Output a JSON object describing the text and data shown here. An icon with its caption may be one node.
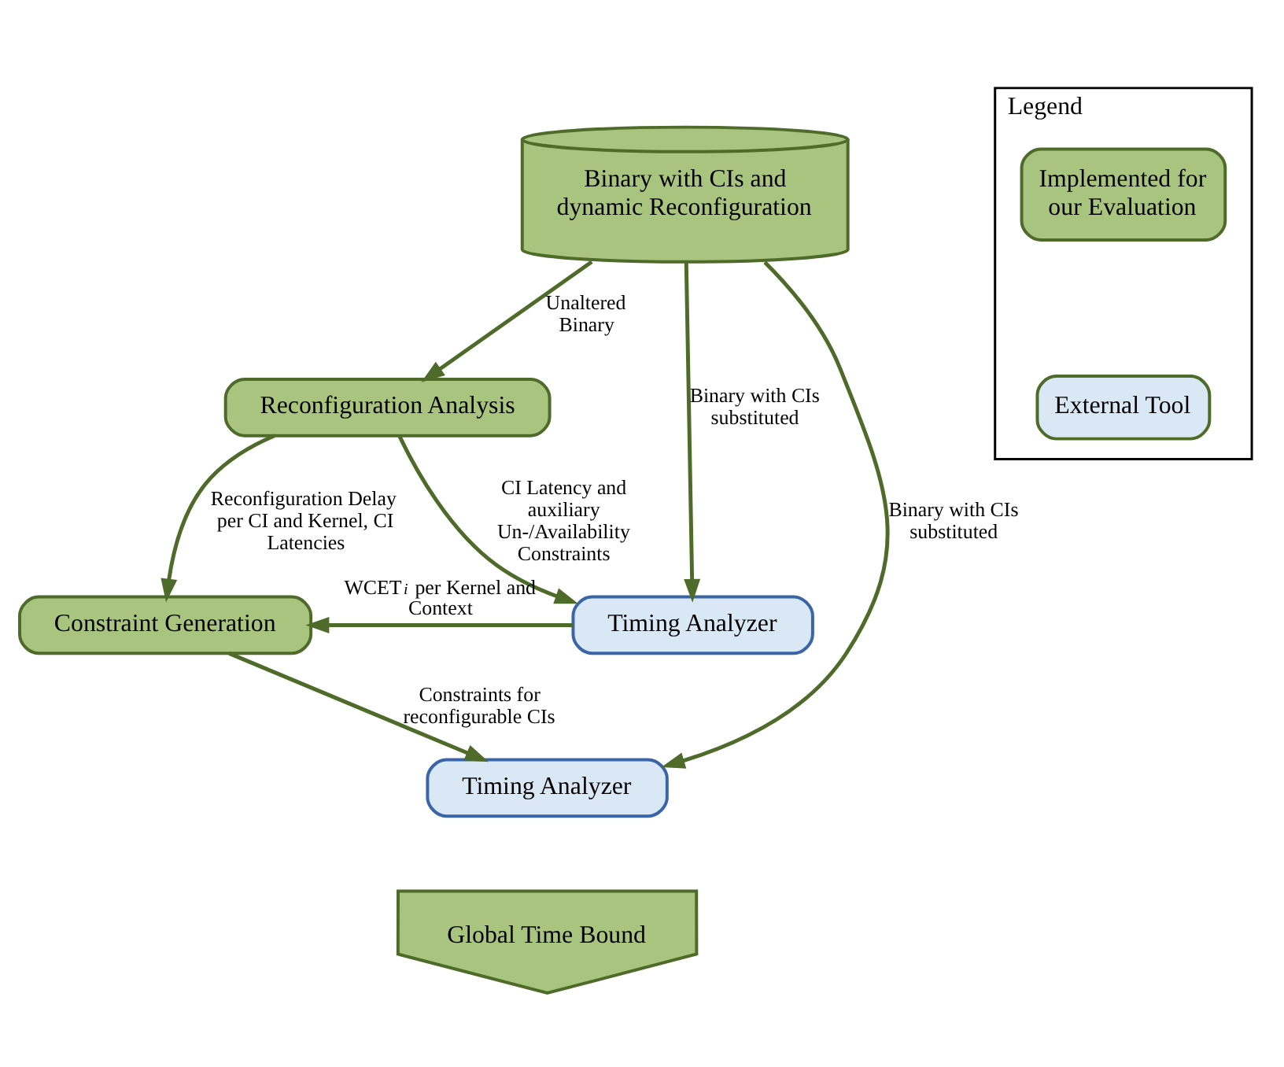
{
  "diagram": {
    "nodes": [
      {
        "text": [
          "Binary with CIs and dynamic Reconfiguration"
        ]
      },
      {
        "text": [
          "Reconfiguration Analysis"
        ]
      },
      {
        "text": [
          "Constraint Generation"
        ]
      },
      {
        "text": [
          "Timing Analyzer"
        ]
      },
      {
        "text": [
          "Timing Analyzer"
        ]
      },
      {
        "text": [
          "Global Time Bound"
        ]
      },
      {
        "text": [
          "Legend"
        ]
      }
    ],
    "edges": [
      {
        "from": 0,
        "to": 4,
        "arrow": "to",
        "label": "Binary with CIs substituted"
      },
      {
        "from": 0,
        "to": 1,
        "arrow": "to",
        "label": "Unaltered Binary"
      },
      {
        "from": 0,
        "to": 3,
        "arrow": "to",
        "label": "Binary with CIs substituted"
      },
      {
        "from": 1,
        "to": 3,
        "arrow": "to",
        "label": "CI Latency and auxiliary Un-/Availability Constraints"
      },
      {
        "from": 1,
        "to": 2,
        "arrow": "to",
        "label": "Reconfiguration Delay per CI and Kernel, CI Latencies"
      },
      {
        "from": 3,
        "to": 2,
        "arrow": "to",
        "label": "WCET$_{i}$ per Kernel and Context"
      },
      {
        "from": 2,
        "to": 4,
        "arrow": "to",
        "label": "Constraints for reconfigurable CIs"
      }
    ],
    "legend": [
      {
        "text": "Implemented for our Evaluation",
        "color": "#a9c47f"
      },
      {
        "text": "External Tool",
        "color": "#dae8f5"
      }
    ]
  }
}
